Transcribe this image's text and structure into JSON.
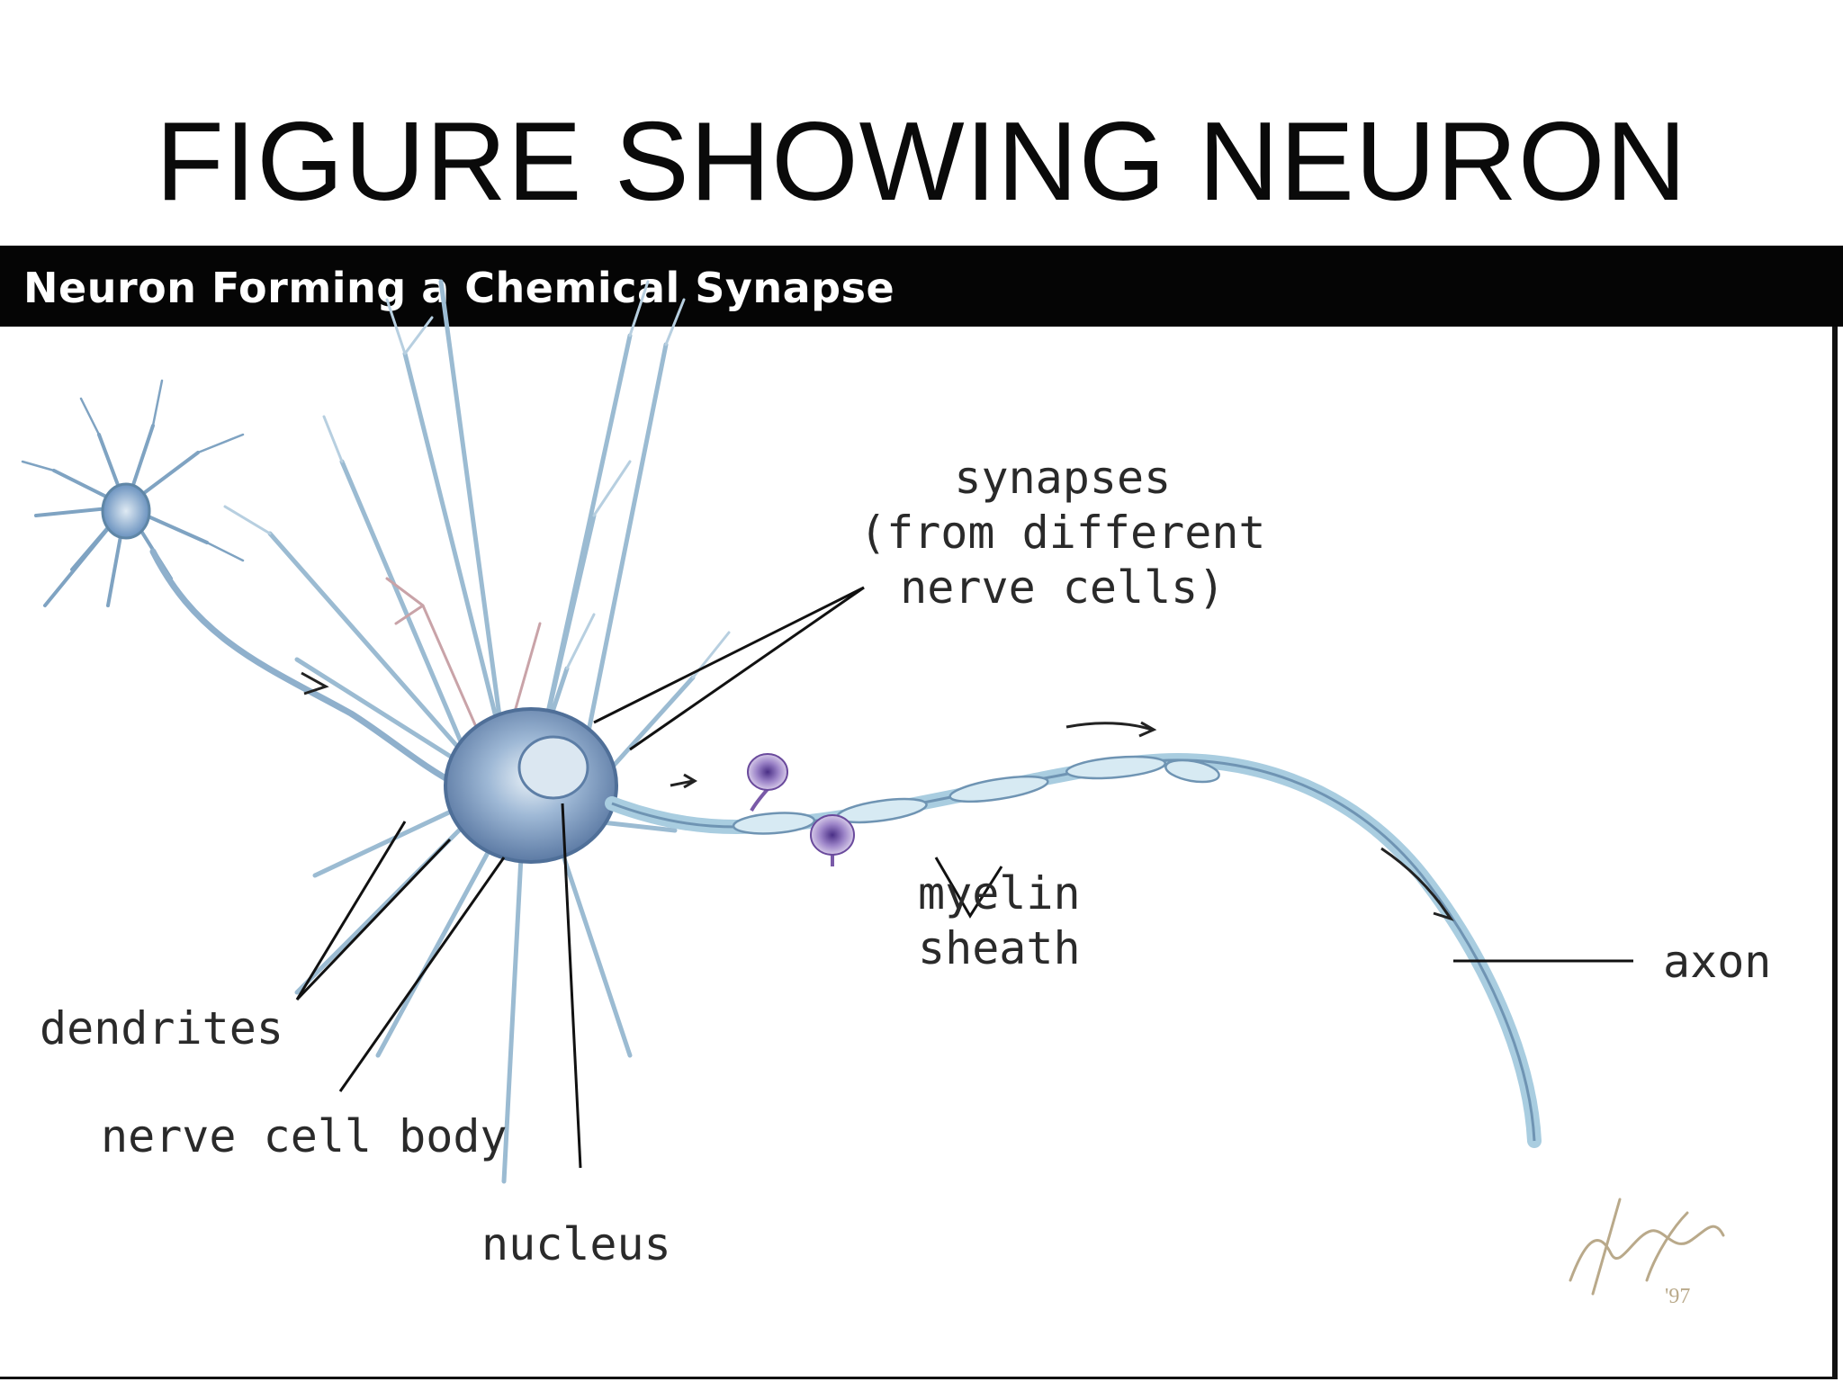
{
  "slide": {
    "title": "FIGURE SHOWING NEURON"
  },
  "figure": {
    "header": "Neuron Forming a Chemical Synapse",
    "labels": {
      "synapses_line1": "synapses",
      "synapses_line2": "(from different",
      "synapses_line3": "nerve cells)",
      "myelin_line1": "myelin",
      "myelin_line2": "sheath",
      "axon": "axon",
      "dendrites": "dendrites",
      "nerve_cell_body": "nerve cell body",
      "nucleus": "nucleus"
    },
    "signature": "'97"
  },
  "colors": {
    "neuron_fill": "#b9d5e6",
    "neuron_stroke": "#5f86a6",
    "cell_body": "#6f8fb8",
    "synapse_knob": "#7a5aa8",
    "dendrite_pink": "#c9a3a8",
    "leader_line": "#111111"
  }
}
